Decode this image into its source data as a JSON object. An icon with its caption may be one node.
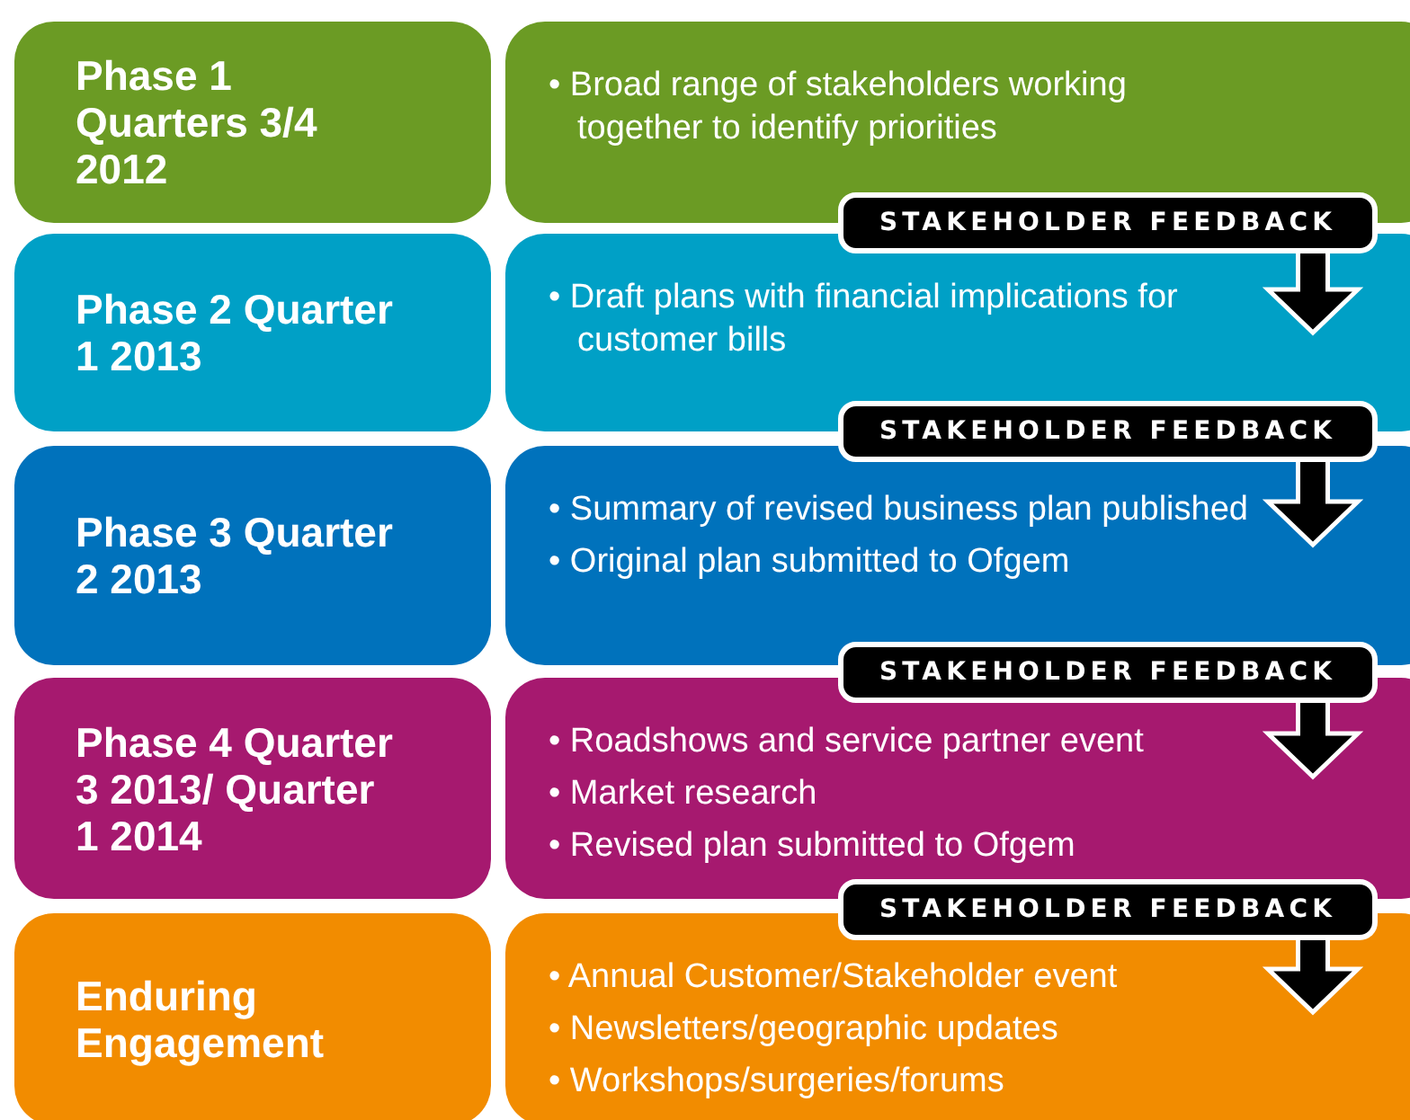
{
  "diagram": {
    "nodes": [
      {
        "text": [
          "Phase 1 Quarters 3/4 2012"
        ]
      },
      {
        "text": [
          "• Broad range of stakeholders working together to identify priorities"
        ]
      },
      {
        "text": [
          "Phase 2 Quarter 1 2013"
        ]
      },
      {
        "text": [
          "• Draft plans with financial implications for customer bills"
        ]
      },
      {
        "text": [
          "Phase 3 Quarter 2 2013"
        ]
      },
      {
        "text": [
          "• Summary of revised business plan published",
          "• Original plan submitted to Ofgem"
        ]
      },
      {
        "text": [
          "Phase 4 Quarter 3 2013/ Quarter 1 2014"
        ]
      },
      {
        "text": [
          "• Roadshows and service partner event",
          "• Market research",
          "• Revised plan submitted to Ofgem"
        ]
      },
      {
        "text": [
          "Enduring Engagement"
        ]
      },
      {
        "text": [
          "• Annual Customer/Stakeholder event",
          "• Newsletters/geographic updates",
          "• Workshops/surgeries/forums"
        ]
      },
      {
        "text": [
          "STAKEHOLDER FEEDBACK"
        ]
      },
      {
        "text": [
          "STAKEHOLDER FEEDBACK"
        ]
      },
      {
        "text": [
          "STAKEHOLDER FEEDBACK"
        ]
      },
      {
        "text": [
          "STAKEHOLDER FEEDBACK"
        ]
      }
    ],
    "edges": [
      {
        "from": 10,
        "to": 3,
        "arrow": "to"
      },
      {
        "from": 11,
        "to": 5,
        "arrow": "to"
      },
      {
        "from": 12,
        "to": 7,
        "arrow": "to"
      },
      {
        "from": 13,
        "to": 9,
        "arrow": "to"
      }
    ]
  }
}
